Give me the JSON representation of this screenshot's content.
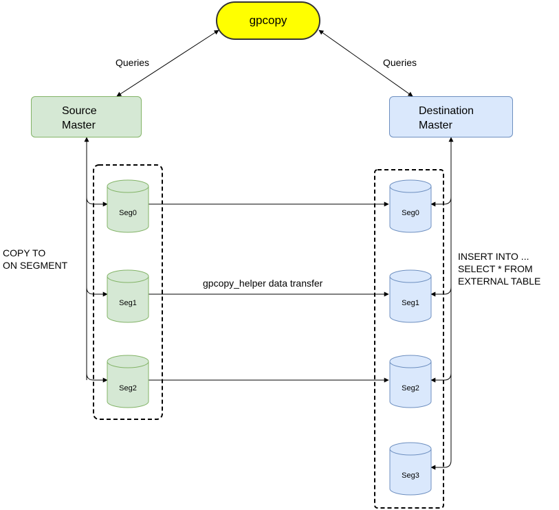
{
  "gpcopy": {
    "label": "gpcopy"
  },
  "queries": {
    "left": "Queries",
    "right": "Queries"
  },
  "source_master": {
    "line1": "Source",
    "line2": "Master"
  },
  "destination_master": {
    "line1": "Destination",
    "line2": "Master"
  },
  "source_segments": [
    "Seg0",
    "Seg1",
    "Seg2"
  ],
  "destination_segments": [
    "Seg0",
    "Seg1",
    "Seg2",
    "Seg3"
  ],
  "copy_to": {
    "line1": "COPY TO",
    "line2": "ON SEGMENT"
  },
  "insert_into": {
    "line1": "INSERT INTO ...",
    "line2": "SELECT * FROM",
    "line3": "EXTERNAL TABLE"
  },
  "transfer_label": "gpcopy_helper data transfer",
  "colors": {
    "gpcopy_fill": "#ffff00",
    "source_fill": "#d5e8d4",
    "source_stroke": "#82b366",
    "dest_fill": "#dae8fc",
    "dest_stroke": "#6c8ebf"
  }
}
